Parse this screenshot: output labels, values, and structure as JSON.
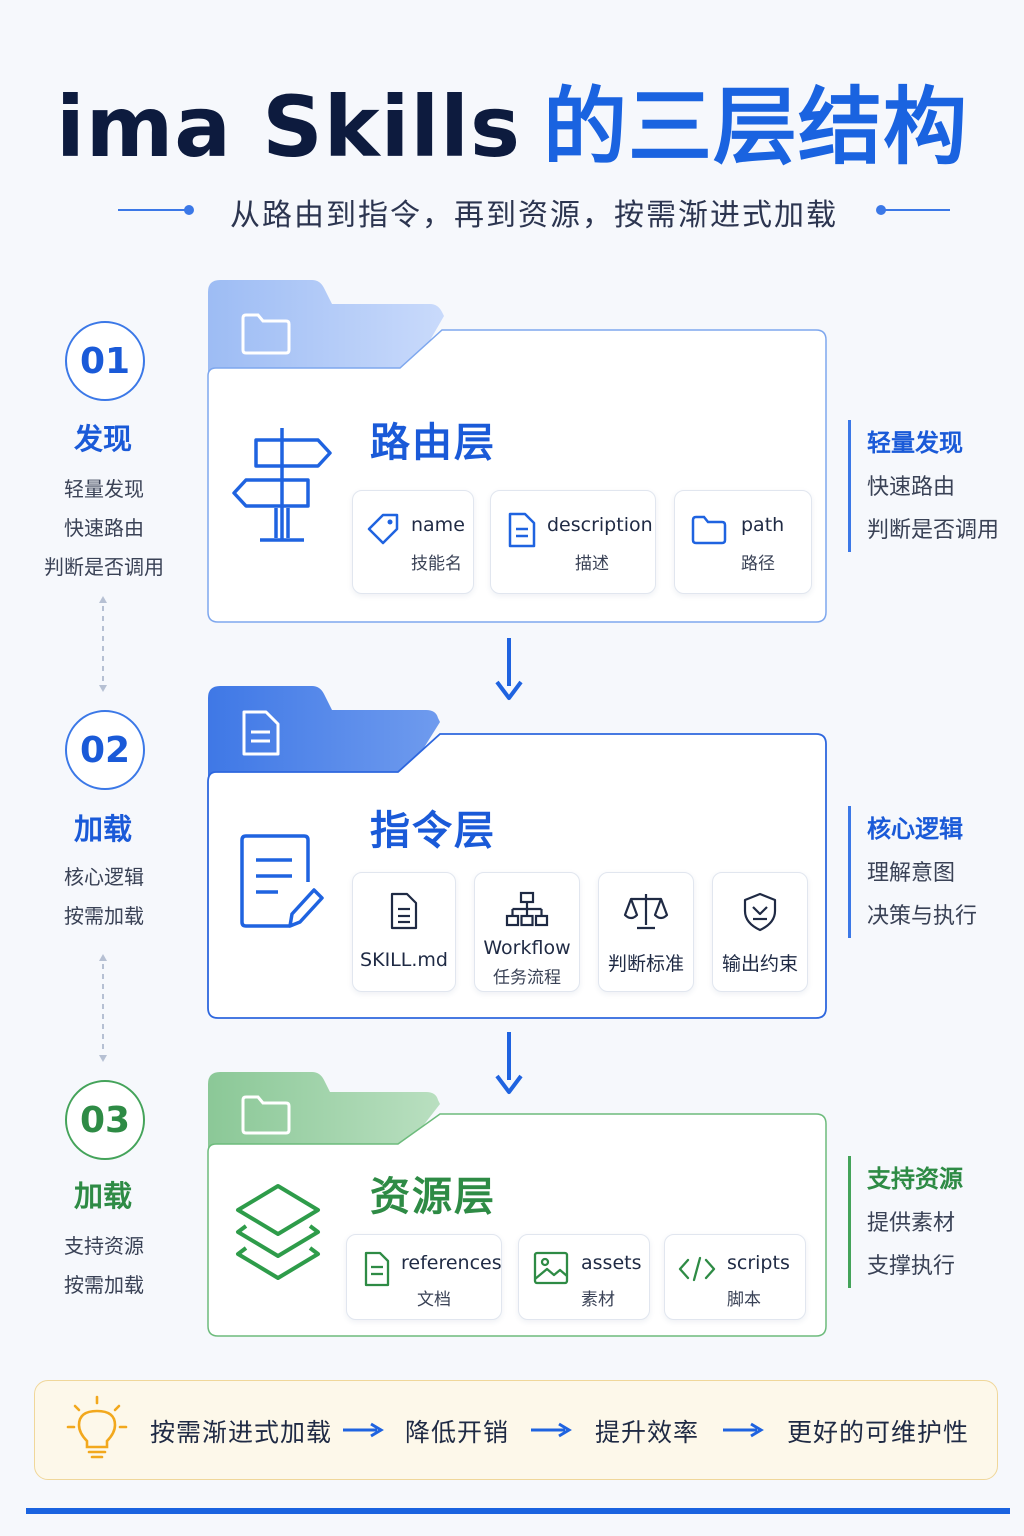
{
  "header": {
    "title_en": "ima Skills",
    "title_cn": "的三层结构",
    "subtitle": "从路由到指令，再到资源，按需渐进式加载"
  },
  "steps": [
    {
      "number": "01",
      "title": "发现",
      "lines": [
        "轻量发现",
        "快速路由",
        "判断是否调用"
      ]
    },
    {
      "number": "02",
      "title": "加载",
      "lines": [
        "核心逻辑",
        "按需加载"
      ]
    },
    {
      "number": "03",
      "title": "加载",
      "lines": [
        "支持资源",
        "按需加载"
      ]
    }
  ],
  "layers": [
    {
      "title": "路由层",
      "chips": [
        {
          "label": "name",
          "sub": "技能名",
          "icon": "tag-icon"
        },
        {
          "label": "description",
          "sub": "描述",
          "icon": "document-icon"
        },
        {
          "label": "path",
          "sub": "路径",
          "icon": "folder-icon"
        }
      ],
      "note": {
        "title": "轻量发现",
        "lines": [
          "快速路由",
          "判断是否调用"
        ]
      }
    },
    {
      "title": "指令层",
      "chips": [
        {
          "label": "SKILL.md",
          "sub": "",
          "icon": "document-icon"
        },
        {
          "label": "Workflow",
          "sub": "任务流程",
          "icon": "workflow-icon"
        },
        {
          "label": "判断标准",
          "sub": "",
          "icon": "scale-icon"
        },
        {
          "label": "输出约束",
          "sub": "",
          "icon": "shield-icon"
        }
      ],
      "note": {
        "title": "核心逻辑",
        "lines": [
          "理解意图",
          "决策与执行"
        ]
      }
    },
    {
      "title": "资源层",
      "chips": [
        {
          "label": "references",
          "sub": "文档",
          "icon": "document-icon"
        },
        {
          "label": "assets",
          "sub": "素材",
          "icon": "image-icon"
        },
        {
          "label": "scripts",
          "sub": "脚本",
          "icon": "code-icon"
        }
      ],
      "note": {
        "title": "支持资源",
        "lines": [
          "提供素材",
          "支撑执行"
        ]
      }
    }
  ],
  "flow": [
    "按需渐进式加载",
    "降低开销",
    "提升效率",
    "更好的可维护性"
  ],
  "colors": {
    "blue": "#1a63e0",
    "green": "#2e8b45",
    "banner": "#fdf8ea"
  }
}
